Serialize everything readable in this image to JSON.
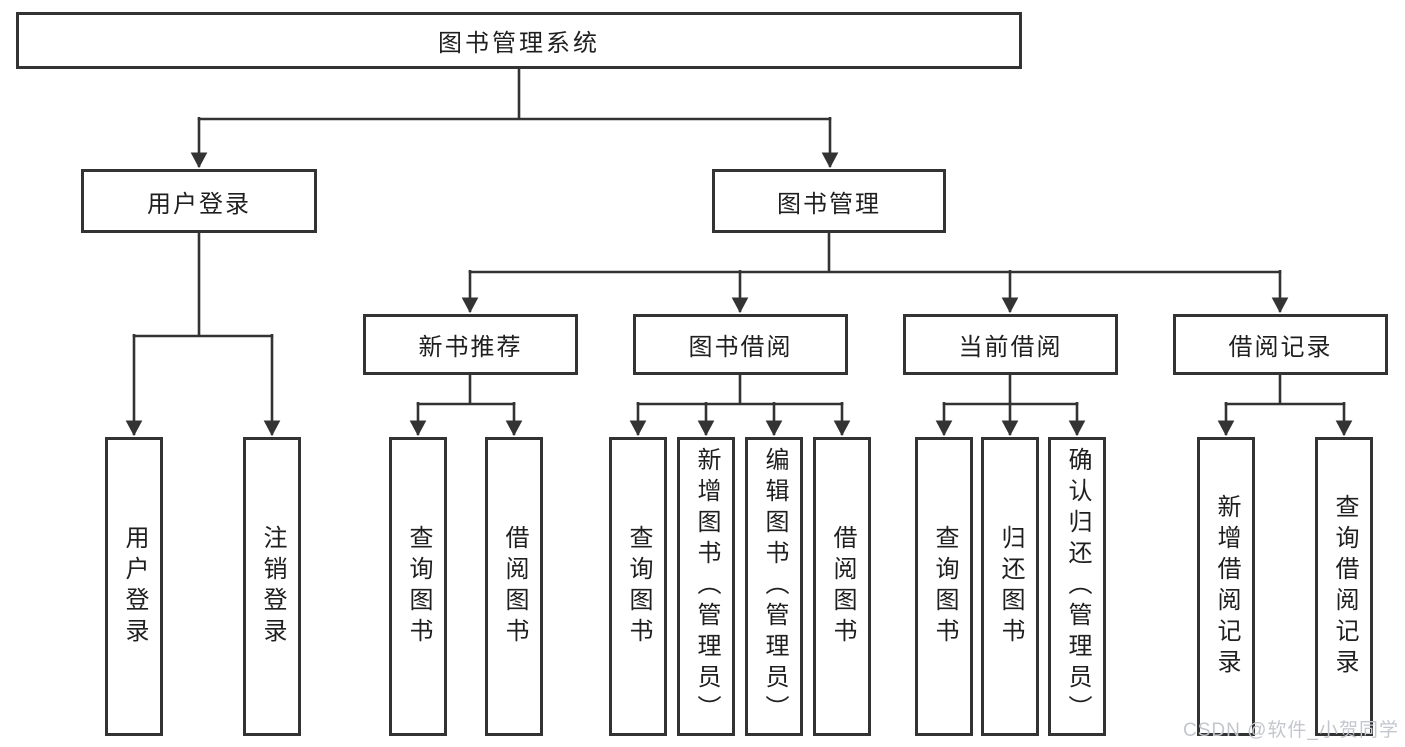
{
  "diagram": {
    "title": "图书管理系统",
    "level2": {
      "user_login": "用户登录",
      "book_management": "图书管理"
    },
    "level3": {
      "new_book_recommend": "新书推荐",
      "book_borrow": "图书借阅",
      "current_borrow": "当前借阅",
      "borrow_records": "借阅记录"
    },
    "leaves": {
      "user_login": [
        "用户登录",
        "注销登录"
      ],
      "new_book_recommend": [
        "查询图书",
        "借阅图书"
      ],
      "book_borrow": [
        "查询图书",
        "新增图书（管理员）",
        "编辑图书（管理员）",
        "借阅图书"
      ],
      "current_borrow": [
        "查询图书",
        "归还图书",
        "确认归还（管理员）"
      ],
      "borrow_records": [
        "新增借阅记录",
        "查询借阅记录"
      ]
    }
  },
  "watermark": {
    "text": "CSDN @软件_小贺同学"
  },
  "colors": {
    "line": "#333333",
    "text": "#1f1f1f",
    "box_background": "#ffffff",
    "page_background": "#ffffff",
    "watermark": "#c3c7cd"
  }
}
